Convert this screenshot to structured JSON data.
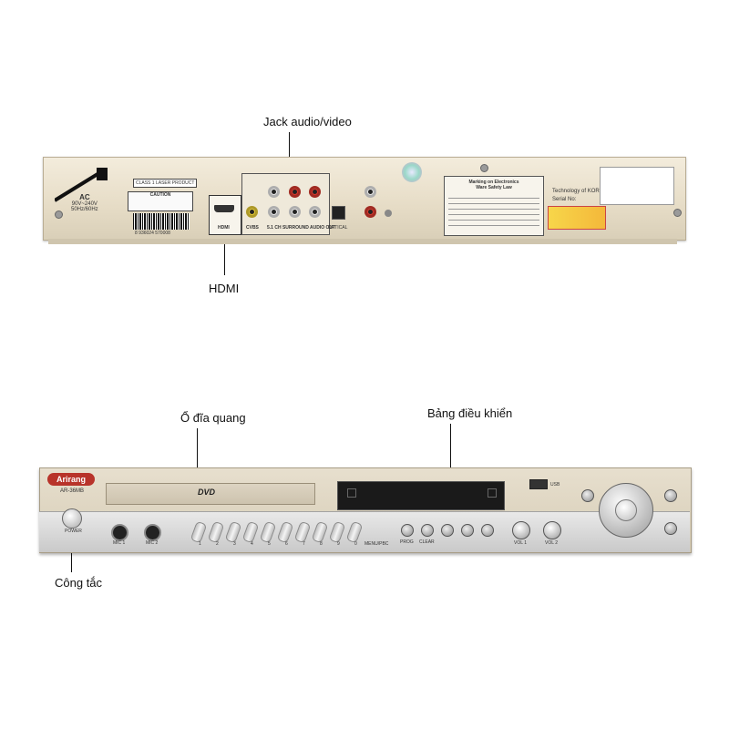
{
  "callouts": {
    "jack": "Jack audio/video",
    "hdmi": "HDMI",
    "disc": "Ổ đĩa quang",
    "panel": "Bảng điều khiển",
    "power": "Công tắc"
  },
  "rear": {
    "ac_title": "AC",
    "ac_volt": "90V~240V",
    "ac_freq": "50Hz/60Hz",
    "laser": "CLASS 1 LASER PRODUCT",
    "caution": "CAUTION",
    "hdmi_label": "HDMI",
    "cvbs": "CVBS",
    "surround": "5.1 CH SURROUND AUDIO OUT",
    "optical": "OPTICAL",
    "marking_title": "Marking on Electronics",
    "marking_sub": "Ware Safety Law",
    "technology": "Technology of KOREA",
    "serial": "Serial No:",
    "barcode_num": "8 936024 570008"
  },
  "front": {
    "brand": "Arirang",
    "model": "AR-36MB",
    "dvd": "DVD",
    "power": "POWER",
    "mic1": "MIC 1",
    "mic2": "MIC 2",
    "keys": [
      "1",
      "2",
      "3",
      "4",
      "5",
      "6",
      "7",
      "8",
      "9",
      "0"
    ],
    "menu": "MENU/PBC",
    "prog": "PROG",
    "clear": "CLEAR",
    "usb": "USB",
    "vol1": "VOL 1",
    "vol2": "VOL 2"
  },
  "colors": {
    "silver": "#c9c9c9",
    "cream": "#e6dcc6",
    "display": "#1a1a1a"
  }
}
